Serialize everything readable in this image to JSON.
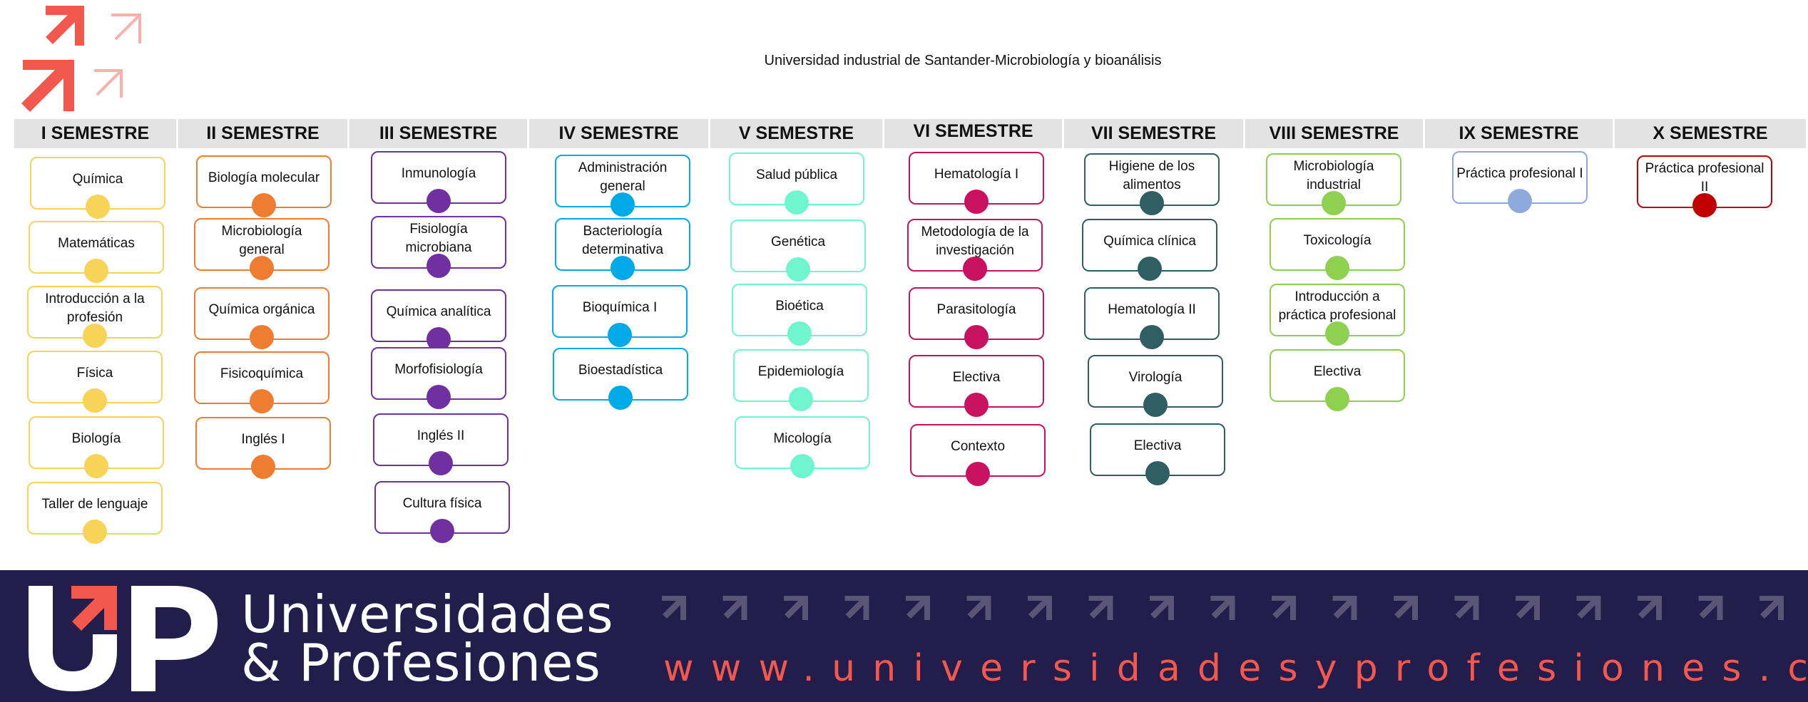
{
  "title": "Universidad industrial de Santander-Microbiología y bioanálisis",
  "colors": {
    "brand_red": "#f2584d",
    "footer_bg": "#221d4a",
    "header_bar": "#e3e3e3"
  },
  "semesters": [
    {
      "label": "I SEMESTRE",
      "color": "#f7d358",
      "courses": [
        "Química",
        "Matemáticas",
        "Introducción a la profesión",
        "Física",
        "Biología",
        "Taller de lenguaje"
      ]
    },
    {
      "label": "II SEMESTRE",
      "color": "#ee7d31",
      "courses": [
        "Biología molecular",
        "Microbiología general",
        "Química orgánica",
        "Fisicoquímica",
        "Inglés I"
      ]
    },
    {
      "label": "III SEMESTRE",
      "color": "#7030a0",
      "courses": [
        "Inmunología",
        "Fisiología microbiana",
        "Química analítica",
        "Morfofisiología",
        "Inglés II",
        "Cultura física"
      ]
    },
    {
      "label": "IV SEMESTRE",
      "color": "#00a9e8",
      "courses": [
        "Administración general",
        "Bacteriología determinativa",
        "Bioquímica I",
        "Bioestadística"
      ]
    },
    {
      "label": "V SEMESTRE",
      "color": "#6ff5cf",
      "courses": [
        "Salud pública",
        "Genética",
        "Bioética",
        "Epidemiología",
        "Micología"
      ]
    },
    {
      "label": "VI SEMESTRE",
      "color": "#c8125f",
      "courses": [
        "Hematología I",
        "Metodología de la investigación",
        "Parasitología",
        "Electiva",
        "Contexto"
      ]
    },
    {
      "label": "VII SEMESTRE",
      "color": "#2f5f63",
      "courses": [
        "Higiene de los alimentos",
        "Química clínica",
        "Hematología II",
        "Virología",
        "Electiva"
      ]
    },
    {
      "label": "VIII SEMESTRE",
      "color": "#8fd050",
      "courses": [
        "Microbiología industrial",
        "Toxicología",
        "Introducción a práctica profesional",
        "Electiva"
      ]
    },
    {
      "label": "IX SEMESTRE",
      "color": "#8ea9db",
      "courses": [
        "Práctica profesional I"
      ]
    },
    {
      "label": "X SEMESTRE",
      "color": "#c00000",
      "courses": [
        "Práctica profesional II"
      ]
    }
  ],
  "footer": {
    "brand_line1": "Universidades",
    "brand_line2": "& Profesiones",
    "url": "www.universidadesyprofesiones.com"
  }
}
